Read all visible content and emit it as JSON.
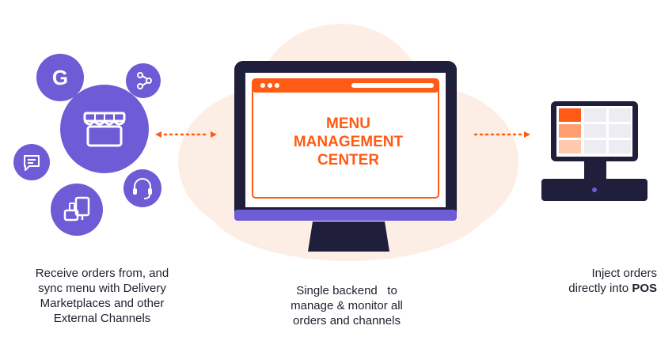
{
  "center": {
    "title_lines": [
      "MENU",
      "MANAGEMENT",
      "CENTER"
    ],
    "caption_lines": [
      "Single backend   to",
      "manage & monitor all",
      "orders and channels"
    ]
  },
  "left": {
    "caption_lines": [
      "Receive orders from, and",
      "sync menu with Delivery",
      "Marketplaces and other",
      "External Channels"
    ],
    "icons": [
      "storefront-icon",
      "google-icon",
      "share-icon",
      "chat-icon",
      "headset-icon",
      "devices-icon"
    ]
  },
  "right": {
    "caption_line1": "Inject orders",
    "caption_line2_prefix": "directly into ",
    "caption_line2_bold": "POS"
  },
  "colors": {
    "accent": "#ff5b15",
    "purple": "#6e5bd6",
    "dark": "#1f1f3c",
    "cloud": "#fdeee5"
  }
}
